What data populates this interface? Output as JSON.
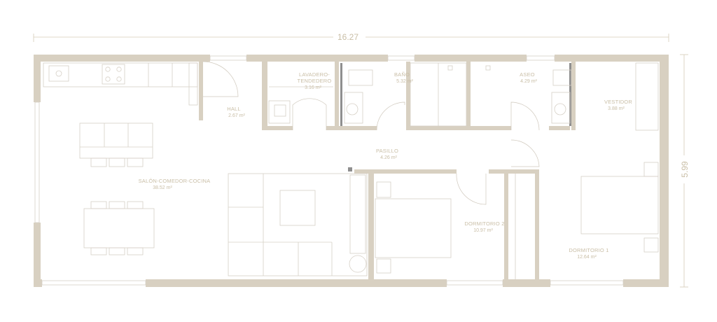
{
  "colors": {
    "wall": "#d8d0c1",
    "text": "#c9bea6",
    "furniture_line": "#d6d0c6",
    "glass_accent": "#8f8f8f"
  },
  "dimensions": {
    "width": "16.27",
    "height": "5.99"
  },
  "rooms": [
    {
      "id": "salon",
      "name": "SALÓN-COMEDOR-COCINA",
      "area": "38.52 m²"
    },
    {
      "id": "hall",
      "name": "HALL",
      "area": "2.67 m²"
    },
    {
      "id": "lavadero",
      "name_line1": "LAVADERO-",
      "name_line2": "TENDEDERO",
      "area": "3.16 m²"
    },
    {
      "id": "bano",
      "name": "BAÑO",
      "area": "5.32 m²"
    },
    {
      "id": "aseo",
      "name": "ASEO",
      "area": "4.29 m²"
    },
    {
      "id": "vestidor",
      "name": "VESTIDOR",
      "area": "3.88 m²"
    },
    {
      "id": "pasillo",
      "name": "PASILLO",
      "area": "4.26 m²"
    },
    {
      "id": "dormitorio2",
      "name": "DORMITORIO 2",
      "area": "10.97 m²"
    },
    {
      "id": "dormitorio1",
      "name": "DORMITORIO 1",
      "area": "12.64 m²"
    }
  ]
}
